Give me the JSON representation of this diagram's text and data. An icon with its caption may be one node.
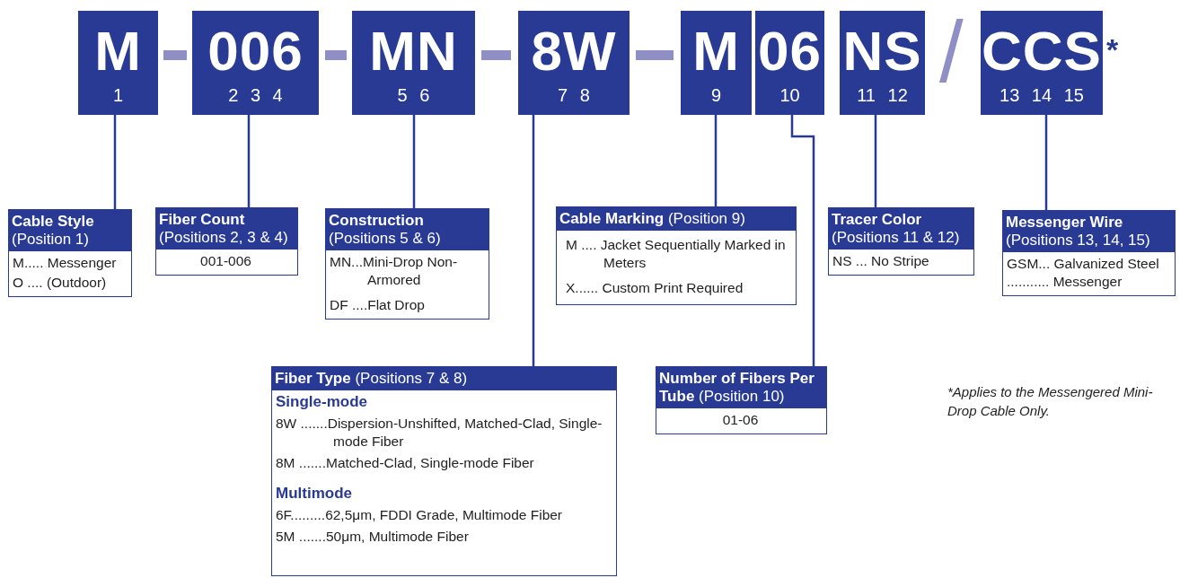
{
  "diagram": {
    "nodes": [
      {
        "text": [
          "M",
          "1"
        ]
      },
      {
        "text": [
          "006",
          "2 3 4"
        ]
      },
      {
        "text": [
          "MN",
          "5 6"
        ]
      },
      {
        "text": [
          "8W",
          "7 8"
        ]
      },
      {
        "text": [
          "M",
          "9"
        ]
      },
      {
        "text": [
          "06",
          "10"
        ]
      },
      {
        "text": [
          "NS",
          "11 12"
        ]
      },
      {
        "text": [
          "CCS",
          "13 14 15"
        ],
        "beside": [
          "*"
        ]
      },
      {
        "text": [
          "**Cable Style** (Position 1)",
          "M..... Messenger",
          "O .... (Outdoor)"
        ]
      },
      {
        "text": [
          "**Fiber Count** (Positions 2, 3 & 4)",
          "001-006"
        ]
      },
      {
        "text": [
          "**Construction** (Positions 5 & 6)",
          "MN...Mini-Drop Non-Armored",
          "DF ....Flat Drop"
        ]
      },
      {
        "text": [
          "**Cable Marking** (Position 9)",
          "M .... Jacket Sequentially Marked in Meters",
          "X...... Custom Print Required"
        ]
      },
      {
        "text": [
          "**Tracer Color** (Positions 11 & 12)",
          "NS ... No Stripe"
        ]
      },
      {
        "text": [
          "**Messenger Wire** (Positions 13, 14, 15)",
          "GSM... Galvanized Steel",
          "........... Messenger"
        ]
      },
      {
        "text": [
          "**Fiber Type** (Positions 7 & 8)",
          "Single-mode",
          "8W .......Dispersion-Unshifted, Matched-Clad, Single-mode Fiber",
          "8M .......Matched-Clad, Single-mode Fiber",
          "Multimode",
          "6F.........62,5μm, FDDI Grade, Multimode Fiber",
          "5M .......50μm, Multimode Fiber"
        ]
      },
      {
        "text": [
          "**Number of Fibers Per Tube** (Position 10)",
          "01-06"
        ]
      }
    ],
    "edges": [
      {
        "from": 0,
        "to": 8,
        "arrow": "none"
      },
      {
        "from": 1,
        "to": 9,
        "arrow": "none"
      },
      {
        "from": 2,
        "to": 10,
        "arrow": "none"
      },
      {
        "from": 3,
        "to": 14,
        "arrow": "none"
      },
      {
        "from": 4,
        "to": 11,
        "arrow": "none"
      },
      {
        "from": 5,
        "to": 15,
        "arrow": "none"
      },
      {
        "from": 6,
        "to": 12,
        "arrow": "none"
      },
      {
        "from": 7,
        "to": 13,
        "arrow": "none"
      }
    ],
    "labels": [
      "/",
      "*Applies to the Messengered Mini-Drop Cable Only."
    ]
  }
}
